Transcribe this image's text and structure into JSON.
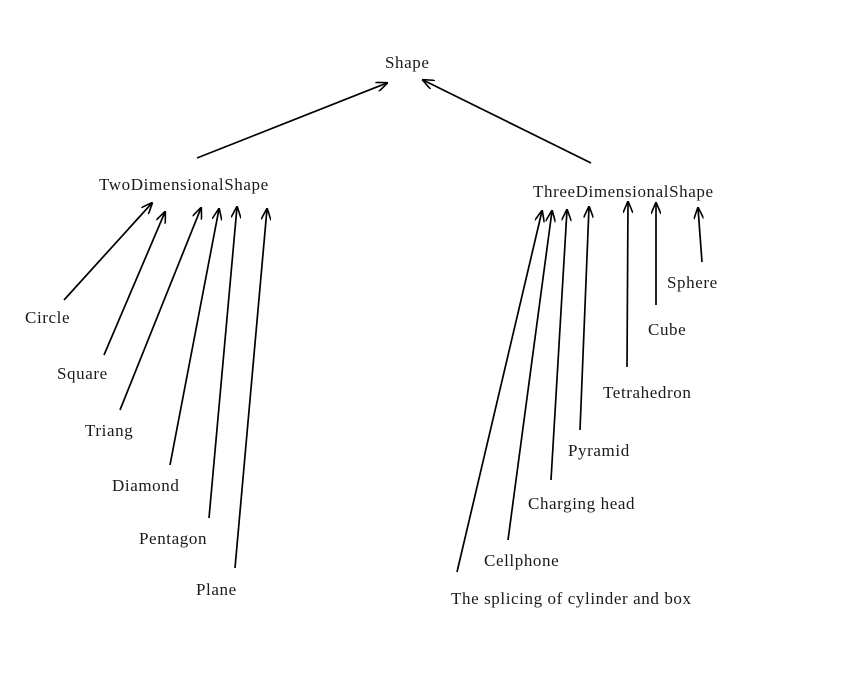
{
  "nodes": {
    "shape": "Shape",
    "two_dimensional_shape": "TwoDimensionalShape",
    "three_dimensional_shape": "ThreeDimensionalShape",
    "circle": "Circle",
    "square": "Square",
    "triang": "Triang",
    "diamond": "Diamond",
    "pentagon": "Pentagon",
    "plane": "Plane",
    "sphere": "Sphere",
    "cube": "Cube",
    "tetrahedron": "Tetrahedron",
    "pyramid": "Pyramid",
    "charging_head": "Charging head",
    "cellphone": "Cellphone",
    "splicing": "The splicing of cylinder and box"
  },
  "edges": [
    {
      "from": "two_dimensional_shape",
      "to": "shape"
    },
    {
      "from": "three_dimensional_shape",
      "to": "shape"
    },
    {
      "from": "circle",
      "to": "two_dimensional_shape"
    },
    {
      "from": "square",
      "to": "two_dimensional_shape"
    },
    {
      "from": "triang",
      "to": "two_dimensional_shape"
    },
    {
      "from": "diamond",
      "to": "two_dimensional_shape"
    },
    {
      "from": "pentagon",
      "to": "two_dimensional_shape"
    },
    {
      "from": "plane",
      "to": "two_dimensional_shape"
    },
    {
      "from": "splicing",
      "to": "three_dimensional_shape"
    },
    {
      "from": "cellphone",
      "to": "three_dimensional_shape"
    },
    {
      "from": "charging_head",
      "to": "three_dimensional_shape"
    },
    {
      "from": "pyramid",
      "to": "three_dimensional_shape"
    },
    {
      "from": "tetrahedron",
      "to": "three_dimensional_shape"
    },
    {
      "from": "cube",
      "to": "three_dimensional_shape"
    },
    {
      "from": "sphere",
      "to": "three_dimensional_shape"
    }
  ]
}
